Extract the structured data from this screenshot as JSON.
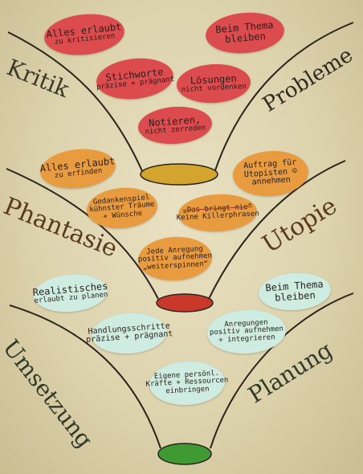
{
  "sections": {
    "kritik": "Kritik",
    "probleme": "Probleme",
    "phantasie": "Phantasie",
    "utopie": "Utopie",
    "umsetzung": "Umsetzung",
    "planung": "Planung"
  },
  "notes": {
    "kritik": {
      "alles_erlaubt": [
        "Alles erlaubt",
        "zu kritisieren"
      ],
      "beim_thema": [
        "Beim Thema",
        "bleiben"
      ],
      "stichworte": [
        "Stichworte",
        "präzise + prägnant"
      ],
      "loesungen": [
        "Lösungen",
        "nicht vordenken"
      ],
      "notieren": [
        "Notieren,",
        "nicht zerreden"
      ]
    },
    "phantasie": {
      "alles_erlaubt": [
        "Alles erlaubt",
        "zu erfinden"
      ],
      "auftrag": [
        "Auftrag für",
        "Utopisten ☺",
        "annehmen"
      ],
      "gedankenspiel": [
        "Gedankenspiel",
        "kühnster Träume",
        "+ Wünsche"
      ],
      "killerphrasen_struck": "„Das bringt nie“",
      "killerphrasen": "Keine Killerphrasen",
      "anregung": [
        "Jede Anregung",
        "positiv aufnehmen",
        "„weiterspinnen“"
      ]
    },
    "umsetzung": {
      "realistisches": [
        "Realistisches",
        "erlaubt zu planen"
      ],
      "beim_thema": [
        "Beim Thema",
        "bleiben"
      ],
      "handlungsschritte": [
        "Handlungsschritte",
        "präzise + prägnant"
      ],
      "anregungen": [
        "Anregungen",
        "positiv aufnehmen",
        "+ integrieren"
      ],
      "eigene": [
        "Eigene persönl.",
        "Kräfte + Ressourcen",
        "einbringen"
      ]
    }
  },
  "colors": {
    "kritik_notes": "#dc4b4d",
    "phantasie_notes": "#e89b3f",
    "umsetzung_notes": "#cfece3",
    "funnel_bottom_1": "#d4a52e",
    "funnel_bottom_2": "#c8392b",
    "funnel_bottom_3": "#3f9a34"
  }
}
